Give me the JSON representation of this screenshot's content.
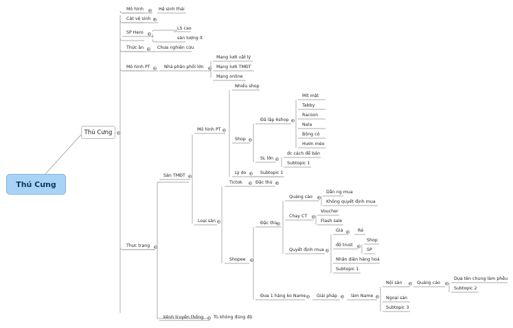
{
  "root": "Thú Cưng",
  "main_topic": "Thú Cưng",
  "nodes": {
    "mo_hinh": "Mô hình",
    "he_sinh_thai": "Hệ sinh thái",
    "cat_ve_sinh": "Cát vệ sinh",
    "sp_hero": "SP Hero",
    "ls_cao": "LS cao",
    "san_luong_it": "sản lượng ít",
    "thuc_an": "Thức ăn",
    "chua_nghien_cuu": "Chưa nghiên cứu",
    "mo_hinh_pt": "Mô hình PT",
    "nha_phan_phoi_lon": "Nhà phân phối lớn",
    "mang_luoi_vat_ly": "Mạng lưới vật lý",
    "mang_luoi_tmdt": "Mạng lưới TMĐT",
    "mang_online": "Mạng online",
    "thuc_trang": "Thực trạng",
    "san_tmdt": "Sàn TMĐT",
    "mo_hinh_pt_2": "Mô hình PT",
    "nhieu_shop": "Nhiều shop",
    "shop": "Shop",
    "da_lap_6shop": "Đã lập 6shop",
    "mit_mat": "Mít mật",
    "tabby": "Tabby",
    "racoon": "Racoon",
    "nala": "Nala",
    "bong_co": "Bông cỏ",
    "huon_meo": "Hươn méo",
    "sl_lon": "SL lớn",
    "dc_cach_de_ban": "đc cách để bán",
    "subtopic_1a": "Subtopic 1",
    "ly_do": "Lý do",
    "subtopic_1b": "Subtopic 1",
    "loai_san": "Loại sàn",
    "tictok": "Tictok",
    "dac_thu_1": "Đặc thù",
    "shopee": "Shopee",
    "dac_thu_2": "Đặc thù",
    "quang_cao_1": "Quảng cáo",
    "dan_ng_mua": "Dẫn ng mua",
    "khong_quyet_dinh_mua": "Không quyết định mua",
    "chay_ct": "Chạy CT",
    "voucher": "Voucher",
    "flash_sale": "Flash sale",
    "quyet_dinh_mua": "Quyết định mua",
    "gia": "Giá",
    "re": "Rẻ",
    "do_trust": "độ trust",
    "shop_2": "Shop",
    "sp": "SP",
    "nhan_dien_hang_hoa": "Nhận diện hàng hoá",
    "subtopic_1c": "Subtopic 1",
    "dua_1_hang": "Đưa 1 hàng ko Name",
    "giai_phap": "Giải pháp",
    "lam_name": "làm Name",
    "noi_san": "Nội sàn",
    "quang_cao_2": "Quảng cáo",
    "dua_ten_chung": "Dựa tên chung làm phễu",
    "subtopic_2": "Subtopic 2",
    "ngoai_san": "Ngoại sàn",
    "subtopic_3": "Subtopic 3",
    "kenh_truyen_thong": "kênh truyền thống",
    "tu_khong_dung_do": "Tù không đúng độ"
  }
}
